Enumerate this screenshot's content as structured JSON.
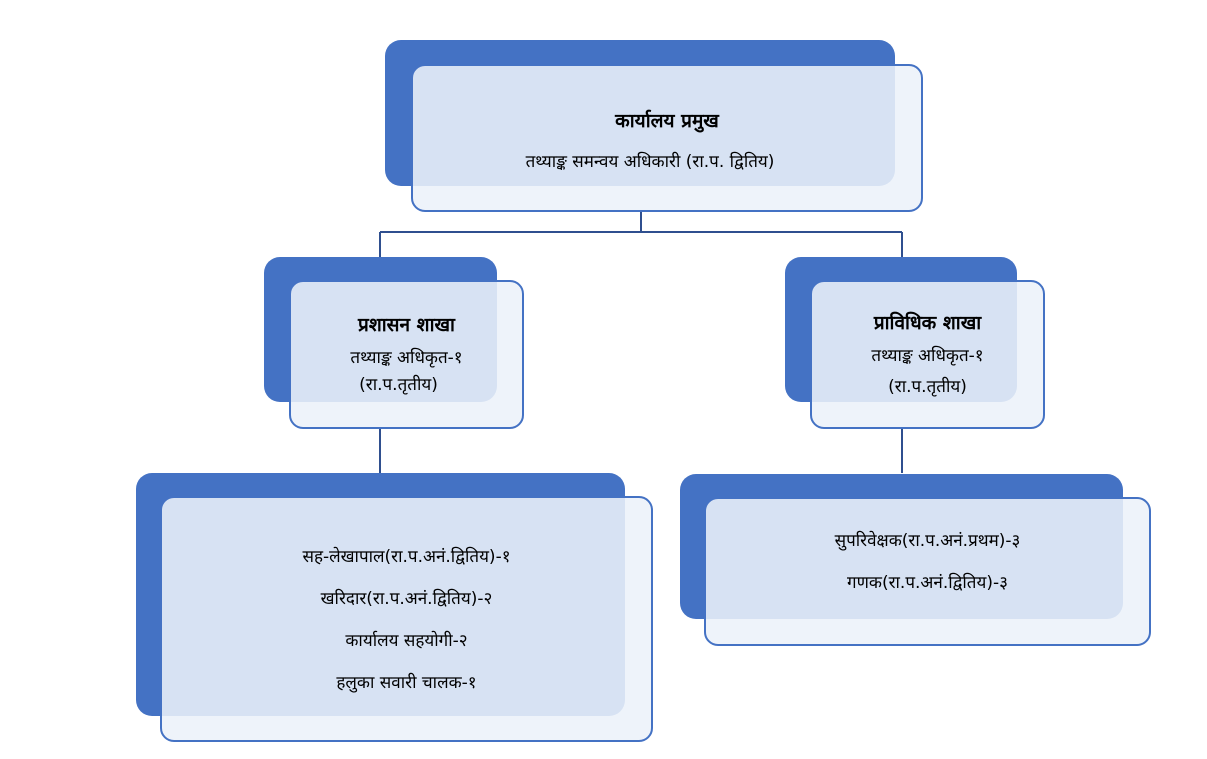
{
  "org_chart": {
    "head": {
      "title": "कार्यालय प्रमुख",
      "subtitle": "तथ्याङ्क समन्वय अधिकारी (रा.प. द्वितिय)"
    },
    "admin_branch": {
      "title": "प्रशासन शाखा",
      "line1": "तथ्याङ्क अधिकृत-१",
      "line2": "(रा.प.तृतीय)"
    },
    "technical_branch": {
      "title": "प्राविधिक शाखा",
      "line1": "तथ्याङ्क अधिकृत-१",
      "line2": "(रा.प.तृतीय)"
    },
    "admin_staff": [
      "सह-लेखापाल(रा.प.अनं.द्वितिय)-१",
      "खरिदार(रा.प.अनं.द्वितिय)-२",
      "कार्यालय सहयोगी-२",
      "हलुका सवारी चालक-१"
    ],
    "technical_staff": [
      "सुपरिवेक्षक(रा.प.अनं.प्रथम)-३",
      "गणक(रा.प.अनं.द्वितिय)-३"
    ]
  },
  "colors": {
    "accent": "#4472c4",
    "box_fill": "#ecf1f9",
    "connector": "#2f4f8f"
  }
}
